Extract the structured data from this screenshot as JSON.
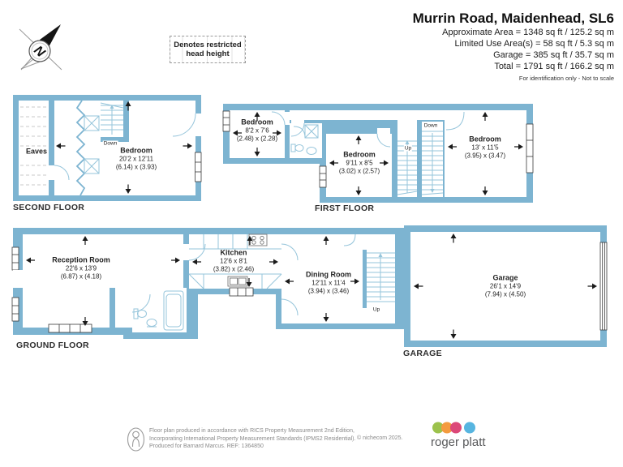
{
  "header": {
    "title": "Murrin Road, Maidenhead, SL6",
    "area_lines": [
      "Approximate Area = 1348 sq ft / 125.2 sq m",
      "Limited Use Area(s) = 58 sq ft / 5.3 sq m",
      "Garage = 385 sq ft / 35.7 sq m",
      "Total = 1791 sq ft / 166.2 sq m"
    ],
    "note": "For identification only - Not to scale",
    "legend_note": "Denotes restricted head height",
    "compass_letter": "N"
  },
  "floors": {
    "second": {
      "label": "SECOND FLOOR",
      "eaves_label": "Eaves",
      "stairs_down": "Down",
      "bedroom": {
        "name": "Bedroom",
        "imperial": "20'2 x 12'11",
        "metric": "(6.14) x (3.93)"
      }
    },
    "first": {
      "label": "FIRST FLOOR",
      "stairs_up": "Up",
      "stairs_down": "Down",
      "bedroom_front": {
        "name": "Bedroom",
        "imperial": "8'2 x 7'6",
        "metric": "(2.48) x (2.28)"
      },
      "bedroom_middle": {
        "name": "Bedroom",
        "imperial": "9'11 x 8'5",
        "metric": "(3.02) x (2.57)"
      },
      "bedroom_rear": {
        "name": "Bedroom",
        "imperial": "13' x 11'5",
        "metric": "(3.95) x (3.47)"
      }
    },
    "ground": {
      "label": "GROUND FLOOR",
      "stairs_up": "Up",
      "reception": {
        "name": "Reception Room",
        "imperial": "22'6 x 13'9",
        "metric": "(6.87) x (4.18)"
      },
      "kitchen": {
        "name": "Kitchen",
        "imperial": "12'6 x 8'1",
        "metric": "(3.82) x (2.46)"
      },
      "dining": {
        "name": "Dining Room",
        "imperial": "12'11 x 11'4",
        "metric": "(3.94) x (3.46)"
      }
    },
    "garage_floor": {
      "label": "GARAGE",
      "garage": {
        "name": "Garage",
        "imperial": "26'1 x 14'9",
        "metric": "(7.94) x (4.50)"
      }
    }
  },
  "footer": {
    "disclaimer": [
      "Floor plan produced in accordance with RICS Property Measurement 2nd Edition,",
      "Incorporating International Property Measurement Standards (IPMS2 Residential).",
      "Produced for Barnard Marcus.   REF:  1364850"
    ],
    "copyright": "© nichecom 2025.",
    "agent_logo": "roger platt"
  },
  "colors": {
    "wall": "#7db4d1",
    "fixture": "#96c5db",
    "logo_dots": [
      "#9cc24c",
      "#f49b3f",
      "#dc4878",
      "#57b5e0"
    ]
  }
}
